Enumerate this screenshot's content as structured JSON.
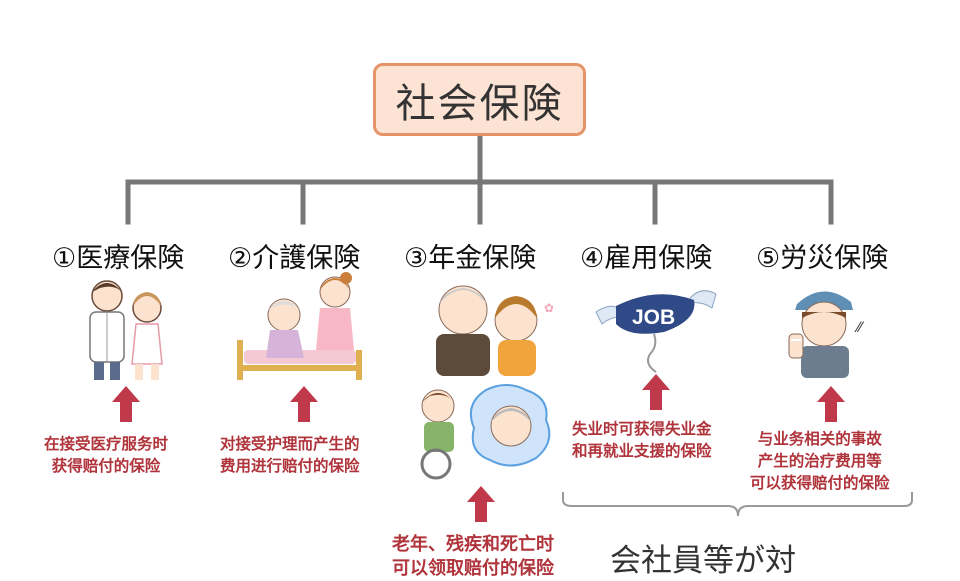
{
  "root": {
    "label": "社会保険"
  },
  "categories": [
    {
      "title": "①医療保険",
      "desc": [
        "在接受医疗服务时",
        "获得赔付的保险"
      ],
      "illustration": "doctor-and-nurse-illustration"
    },
    {
      "title": "②介護保険",
      "desc": [
        "对接受护理而产生的",
        "费用进行赔付的保险"
      ],
      "illustration": "caregiver-and-elderly-bed-illustration"
    },
    {
      "title": "③年金保険",
      "desc": [
        "老年、残疾和死亡时",
        "可以领取赔付的保险"
      ],
      "illustration": "elderly-couple-and-wheelchair-illustration"
    },
    {
      "title": "④雇用保険",
      "desc": [
        "失业时可获得失业金",
        "和再就业支援的保险"
      ],
      "illustration": "flying-job-sign-illustration"
    },
    {
      "title": "⑤労災保険",
      "desc": [
        "与业务相关的事故",
        "产生的治疗费用等",
        "可以获得赔付的保险"
      ],
      "illustration": "injured-worker-illustration"
    }
  ],
  "footer": {
    "text": "会社員等が対"
  },
  "colors": {
    "root_border": "#e5946a",
    "root_fill": "#fde3d4",
    "connector": "#777777",
    "desc_text": "#b0343b",
    "arrow": "#c0394a"
  }
}
